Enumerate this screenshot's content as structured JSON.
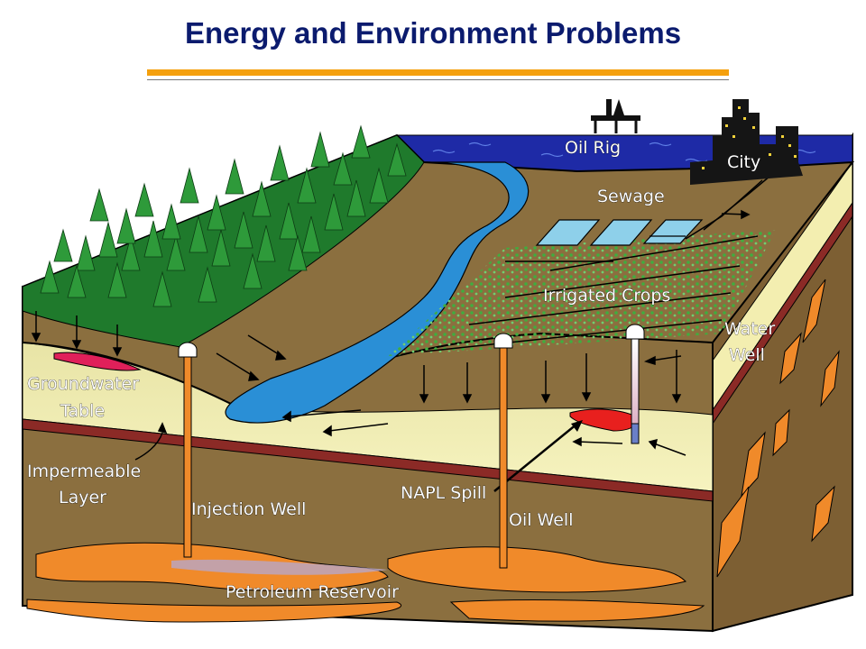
{
  "header": {
    "title": "Energy and Environment Problems",
    "accent_color": "#f5a00d",
    "title_color": "#0b1b6e"
  },
  "diagram": {
    "labels": {
      "oil_rig": "Oil Rig",
      "city": "City",
      "sewage": "Sewage",
      "irrigated_crops": "Irrigated Crops",
      "water_well_1": "Water",
      "water_well_2": "Well",
      "groundwater_1": "Groundwater",
      "groundwater_2": "Table",
      "impermeable_1": "Impermeable",
      "impermeable_2": "Layer",
      "injection_well": "Injection Well",
      "napl_spill": "NAPL Spill",
      "oil_well": "Oil Well",
      "petroleum_reservoir": "Petroleum Reservoir"
    },
    "colors": {
      "soil": "#8b6f3f",
      "sea": "#1e2aa6",
      "forest": "#1f7a2c",
      "aquifer": "#f3eeb0",
      "impermeable": "#8b2a26",
      "petroleum": "#f08a2a",
      "river": "#2a8fd6",
      "spill": "#e8201e"
    }
  }
}
